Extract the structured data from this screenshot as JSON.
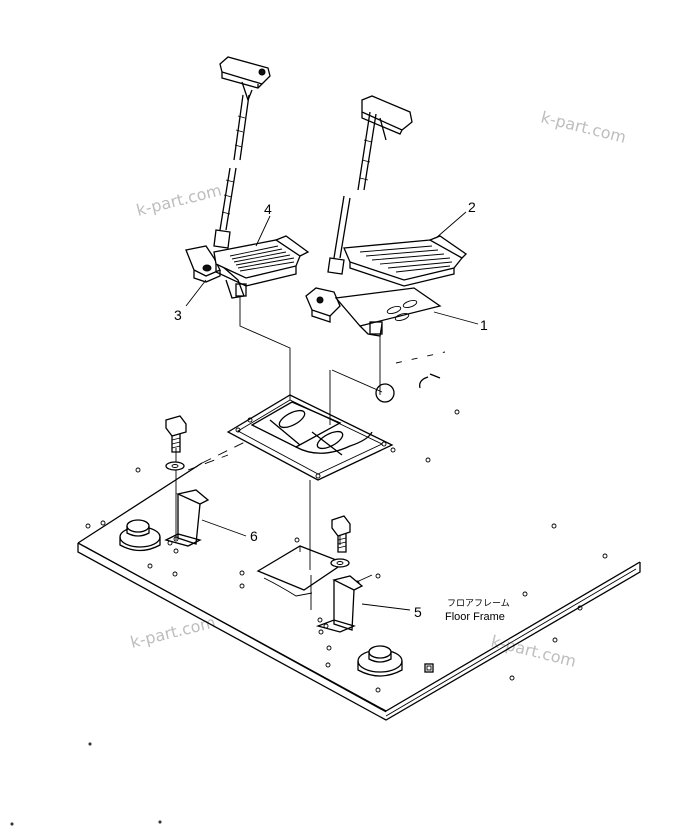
{
  "callouts": {
    "c1": "1",
    "c2": "2",
    "c3": "3",
    "c4": "4",
    "c5": "5",
    "c6": "6"
  },
  "floor_frame": {
    "jp": "フロアフレーム",
    "en": "Floor Frame"
  },
  "watermarks": [
    "k-part.com",
    "k-part.com",
    "k-part.com",
    "k-part.com"
  ]
}
